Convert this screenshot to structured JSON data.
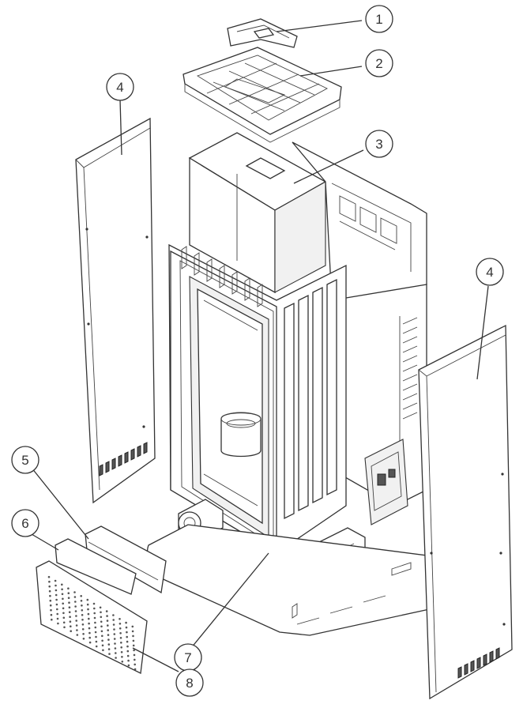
{
  "diagram": {
    "callouts": [
      {
        "id": "c1",
        "label": "1"
      },
      {
        "id": "c2",
        "label": "2"
      },
      {
        "id": "c3",
        "label": "3"
      },
      {
        "id": "c4a",
        "label": "4"
      },
      {
        "id": "c4b",
        "label": "4"
      },
      {
        "id": "c5",
        "label": "5"
      },
      {
        "id": "c6",
        "label": "6"
      },
      {
        "id": "c7",
        "label": "7"
      },
      {
        "id": "c8",
        "label": "8"
      }
    ],
    "colors": {
      "line": "#333333",
      "fill": "#ffffff",
      "shade": "#f1f1f1"
    }
  }
}
